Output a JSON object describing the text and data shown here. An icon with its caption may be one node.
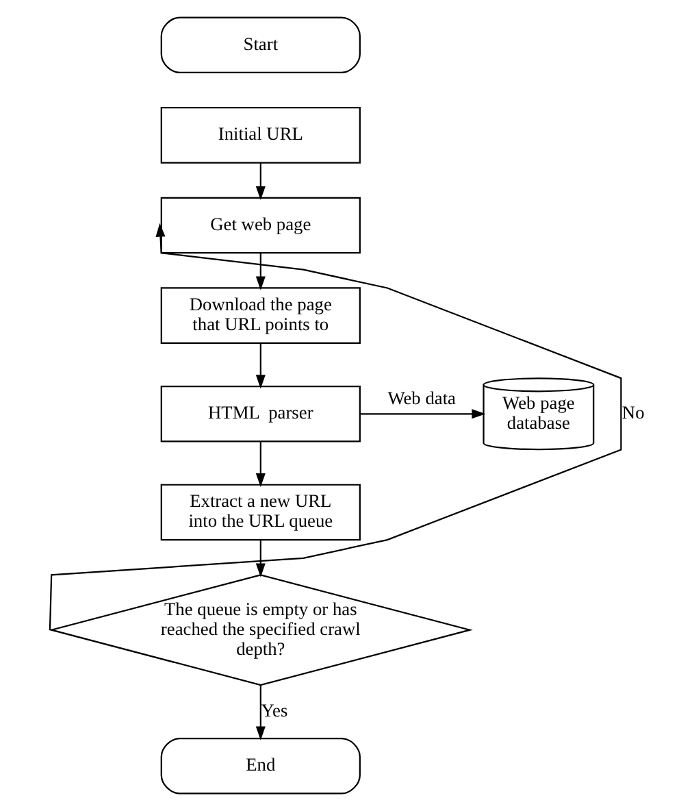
{
  "diagram": {
    "nodes": [
      {
        "text": [
          "Start"
        ]
      },
      {
        "text": [
          "Initial URL"
        ]
      },
      {
        "text": [
          "Get web page"
        ]
      },
      {
        "text": [
          "Download the page that URL points to"
        ]
      },
      {
        "text": [
          "HTML  parser"
        ]
      },
      {
        "text": [
          "Web page database"
        ]
      },
      {
        "text": [
          "Extract a new URL into the URL queue"
        ]
      },
      {
        "text": [
          "The queue is empty or has reached the specified crawl depth?"
        ]
      },
      {
        "text": [
          "End"
        ]
      }
    ],
    "edges": [
      {
        "from": 1,
        "to": 2,
        "arrow": "to"
      },
      {
        "from": 2,
        "to": 3,
        "arrow": "to"
      },
      {
        "from": 3,
        "to": 4,
        "arrow": "to"
      },
      {
        "from": 4,
        "to": 5,
        "arrow": "to",
        "label": "Web data"
      },
      {
        "from": 4,
        "to": 6,
        "arrow": "to"
      },
      {
        "from": 6,
        "to": 7,
        "arrow": "to"
      },
      {
        "from": 7,
        "to": 2,
        "arrow": "to",
        "label": "No"
      },
      {
        "from": 7,
        "to": 8,
        "arrow": "to",
        "label": "Yes"
      }
    ]
  }
}
